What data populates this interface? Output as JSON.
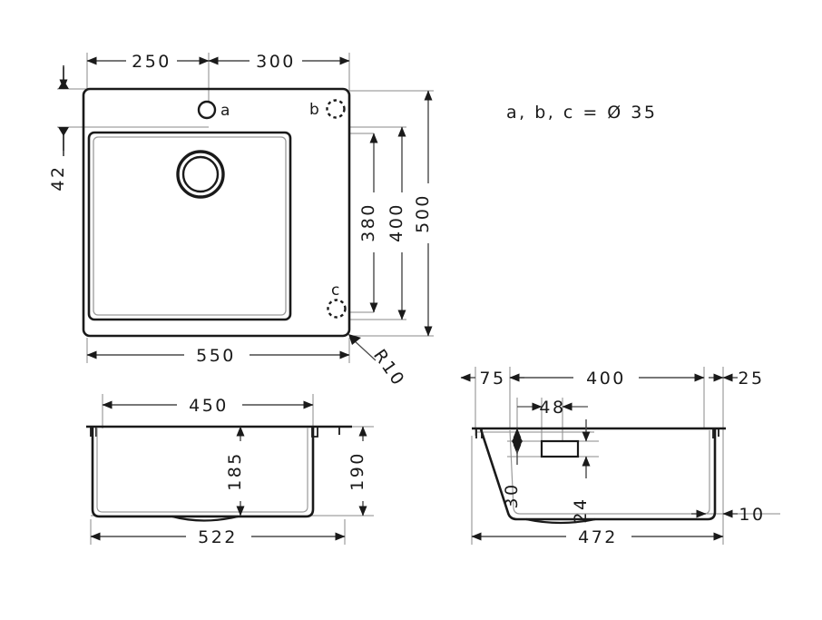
{
  "document": {
    "type": "technical-drawing",
    "subject": "kitchen-sink-dimensional-drawing",
    "background_color": "#ffffff",
    "line_color": "#1a1a1a",
    "thin_line_color": "#6b6b6b"
  },
  "note": {
    "text": "a, b, c = Ø 35"
  },
  "views": {
    "top": {
      "name": "top-view",
      "dimensions": {
        "hole_a_from_left": "250",
        "hole_b_from_a": "300",
        "edge_to_hole_row": "42",
        "basin_inner_depth": "380",
        "basin_outer_depth": "400",
        "overall_depth": "500",
        "overall_width": "550",
        "corner_radius": "R10"
      },
      "hole_labels": {
        "a": "a",
        "b": "b",
        "c": "c"
      }
    },
    "front": {
      "name": "front-section-view",
      "dimensions": {
        "basin_inner_width": "450",
        "basin_depth": "185",
        "overall_height": "190",
        "overall_outer_width": "522"
      }
    },
    "side": {
      "name": "side-section-view",
      "dimensions": {
        "left_offset": "75",
        "basin_inner_length": "400",
        "right_offset": "25",
        "overflow_width": "48",
        "overflow_top_offset": "30",
        "overflow_bottom_offset": "24",
        "bottom_slope": "10",
        "overall_outer_length": "472"
      }
    }
  },
  "dimension_values": {
    "d250": "250",
    "d300": "300",
    "d42": "42",
    "d380": "380",
    "d400": "400",
    "d500": "500",
    "d550": "550",
    "dR10": "R10",
    "d450": "450",
    "d185": "185",
    "d190": "190",
    "d522": "522",
    "d75": "75",
    "d400b": "400",
    "d25": "25",
    "d48": "48",
    "d30": "30",
    "d24": "24",
    "d10": "10",
    "d472": "472"
  }
}
